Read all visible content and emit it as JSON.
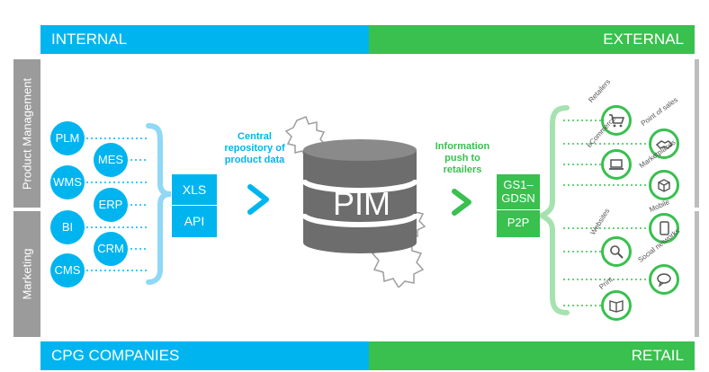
{
  "top": {
    "left": "INTERNAL",
    "right": "EXTERNAL"
  },
  "bottom": {
    "left": "CPG COMPANIES",
    "right": "RETAIL"
  },
  "side": {
    "top": "Product Management",
    "bottom": "Marketing"
  },
  "internal_systems": [
    "PLM",
    "MES",
    "WMS",
    "ERP",
    "BI",
    "CRM",
    "CMS"
  ],
  "formats": {
    "top": "XLS",
    "bottom": "API"
  },
  "central_label": "Central repository of product data",
  "central": "PIM",
  "push_label": "Information push to retailers",
  "exchange": {
    "top": "GS1– GDSN",
    "bottom": "P2P"
  },
  "retail_channels": {
    "retailers": "Retailers",
    "point_of_sales": "Point of sales",
    "ecommerce": "eCommerce",
    "marketplaces": "Marketplaces",
    "mobile": "Mobile",
    "websites": "Websites",
    "social_networks": "Social networks",
    "print": "Print"
  },
  "colors": {
    "internal": "#00b5ef",
    "external": "#39c04f",
    "pim": "#6d6d6d",
    "side": "#9b9b9b"
  },
  "icons": [
    "cart-icon",
    "handshake-icon",
    "laptop-icon",
    "box-icon",
    "mobile-icon",
    "magnifier-icon",
    "chat-icon",
    "book-icon"
  ]
}
